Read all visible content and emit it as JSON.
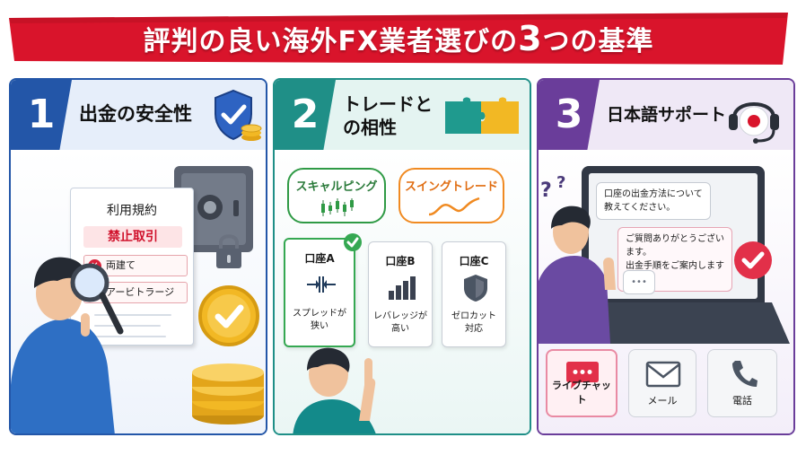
{
  "banner": {
    "title_prefix": "評判の良い海外FX業者選びの",
    "title_number": "3",
    "title_suffix": "つの基準"
  },
  "colors": {
    "banner_red": "#d9142b",
    "panel1": "#2356a8",
    "panel2": "#1f8f87",
    "panel3": "#6a3d9a",
    "gold": "#f2b824",
    "check_green": "#35a852",
    "alert_red": "#d9223a"
  },
  "panels": [
    {
      "number": "1",
      "title": "出金の安全性",
      "header_icon": "shield-check-icon",
      "document": {
        "title": "利用規約",
        "highlight": "禁止取引",
        "items": [
          "両建て",
          "アービトラージ"
        ]
      },
      "illustrations": [
        "safe-icon",
        "padlock-icon",
        "magnifier-icon",
        "gold-coins-icon",
        "check-coin-icon",
        "person-icon"
      ]
    },
    {
      "number": "2",
      "title": "トレードとの相性",
      "header_icon": "puzzle-icon",
      "styles": [
        {
          "label": "スキャルピング",
          "icon": "candlestick-icon"
        },
        {
          "label": "スイングトレード",
          "icon": "wave-line-icon"
        }
      ],
      "accounts": [
        {
          "name": "口座A",
          "desc": "スプレッドが\n狭い",
          "icon": "narrow-spread-icon",
          "selected": true
        },
        {
          "name": "口座B",
          "desc": "レバレッジが\n高い",
          "icon": "bar-chart-icon",
          "selected": false
        },
        {
          "name": "口座C",
          "desc": "ゼロカット\n対応",
          "icon": "shield-icon",
          "selected": false
        }
      ]
    },
    {
      "number": "3",
      "title": "日本語サポート",
      "header_icon": "headset-japan-icon",
      "chat": {
        "question": "口座の出金方法について\n教えてください。",
        "answer": "ご質問ありがとうございます。\n出金手順をご案内しますね。",
        "typing": "•••"
      },
      "channels": [
        {
          "label": "ライブチャット",
          "icon": "chat-bubble-icon",
          "selected": true
        },
        {
          "label": "メール",
          "icon": "envelope-icon",
          "selected": false
        },
        {
          "label": "電話",
          "icon": "phone-icon",
          "selected": false
        }
      ]
    }
  ]
}
